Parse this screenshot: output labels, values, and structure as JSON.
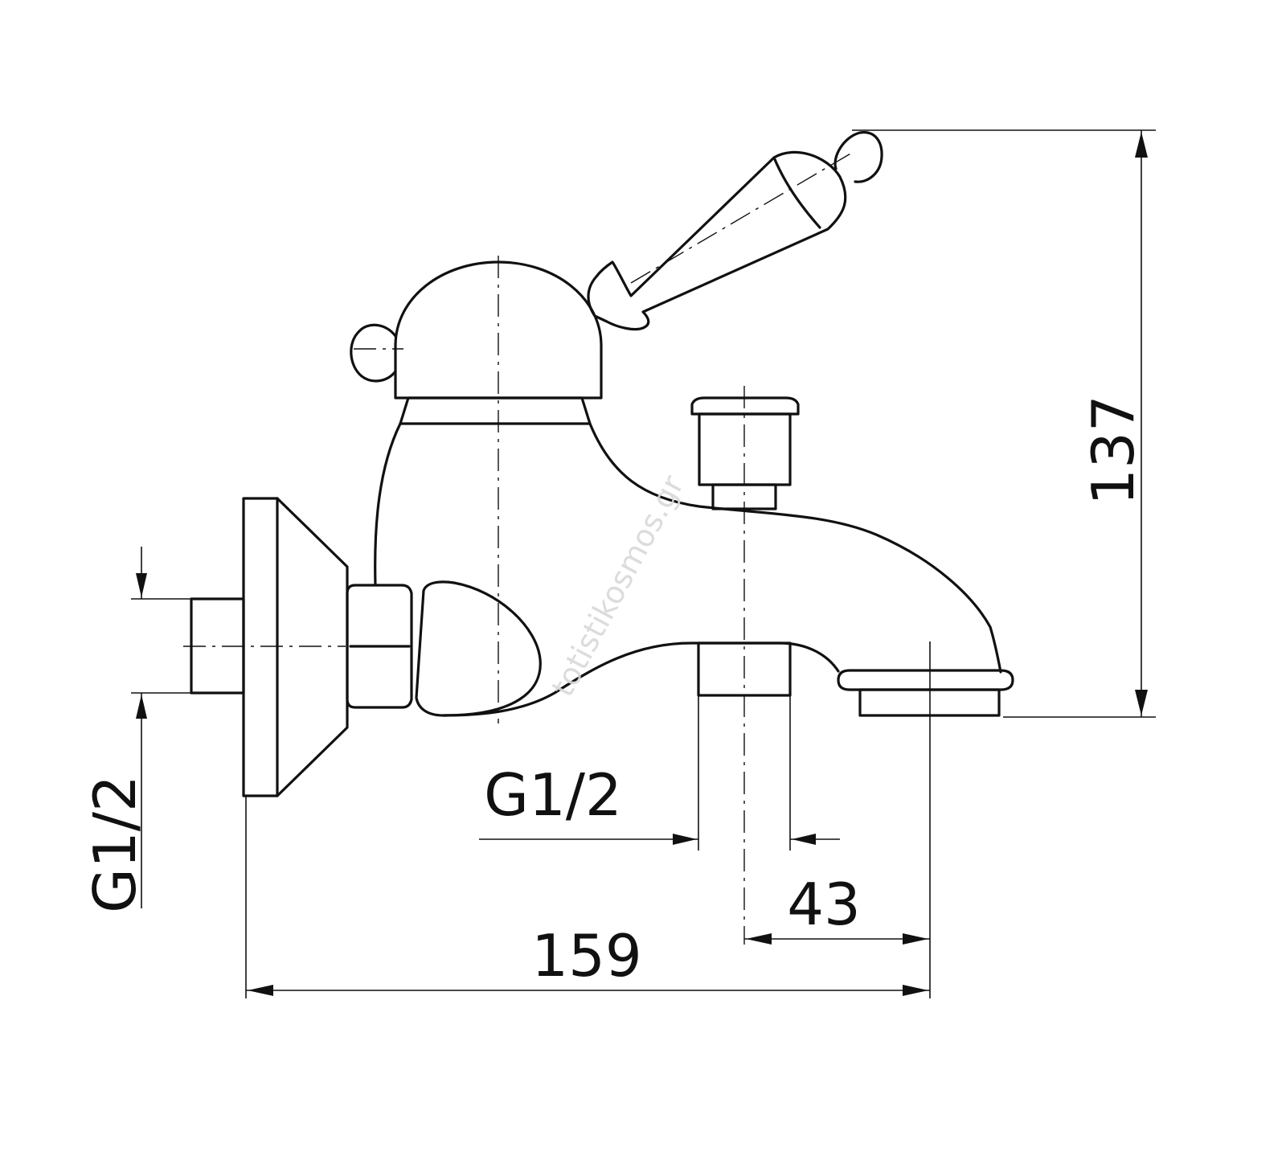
{
  "dimensions": {
    "height": "137",
    "width": "159",
    "outlet_offset": "43",
    "side_thread": "G1/2",
    "bottom_thread": "G1/2"
  },
  "watermark": "totistikosmos.gr",
  "colors": {
    "line": "#111111",
    "background": "#ffffff",
    "watermark": "#d9d9d9"
  }
}
